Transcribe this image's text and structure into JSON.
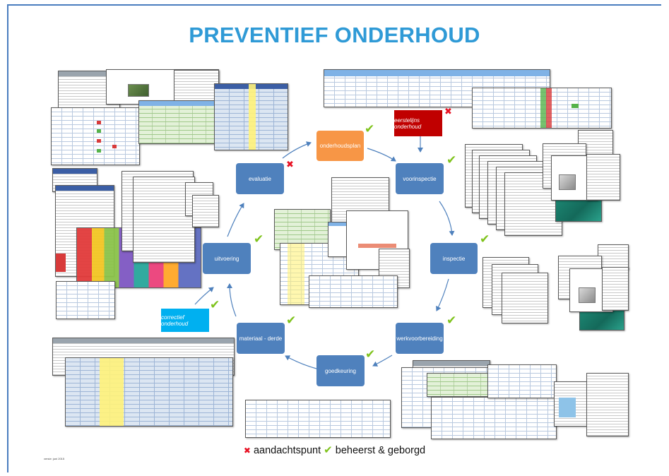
{
  "title": "PREVENTIEF ONDERHOUD",
  "steps": {
    "onderhoudsplan": "onderhoudsplan",
    "voorinspectie": "voorinspectie",
    "inspectie": "inspectie",
    "werkvoorbereiding": "werkvoorbereiding",
    "goedkeuring": "goedkeuring",
    "materiaal": "materiaal - derde",
    "uitvoering": "uitvoering",
    "evaluatie": "evaluatie"
  },
  "notes": {
    "eerstelijns": "eerstelijns onderhoud",
    "correctief": "correctief onderhoud"
  },
  "legend": {
    "cross_symbol": "✖",
    "attention": "aandachtspunt",
    "check_symbol": "✔",
    "controlled": "beheerst & geborgd"
  },
  "version_text": "versie: juni 2015",
  "colors": {
    "title": "#2f9ad6",
    "step_blue": "#4f81bd",
    "step_orange": "#f79646",
    "note_red": "#c00000",
    "note_cyan": "#00b0f0",
    "check_green": "#7fc31c",
    "cross_red": "#e81123"
  },
  "icons": {
    "check": "check-icon",
    "cross": "cross-icon"
  }
}
